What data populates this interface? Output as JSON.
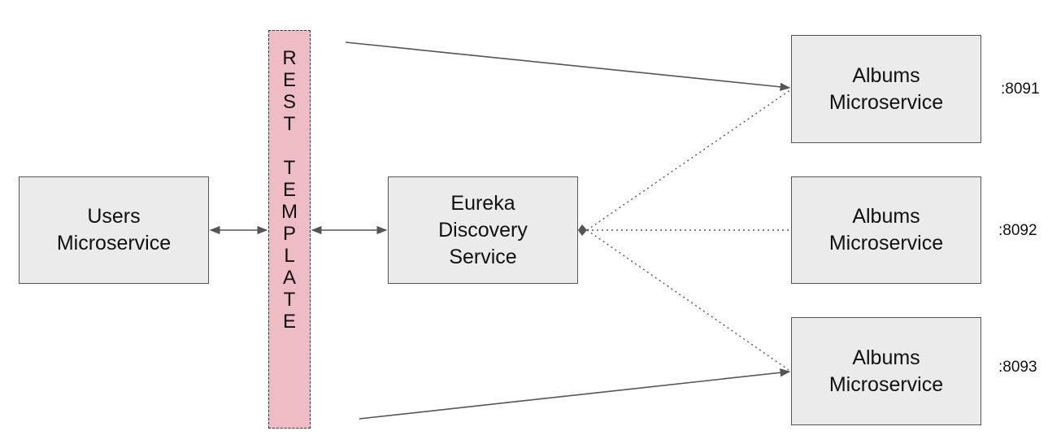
{
  "diagram": {
    "rest_template": {
      "word1": [
        "R",
        "E",
        "S",
        "T"
      ],
      "word2": [
        "T",
        "E",
        "M",
        "P",
        "L",
        "A",
        "T",
        "E"
      ]
    },
    "users": {
      "line1": "Users",
      "line2": "Microservice"
    },
    "eureka": {
      "line1": "Eureka",
      "line2": "Discovery",
      "line3": "Service"
    },
    "albums": [
      {
        "line1": "Albums",
        "line2": "Microservice",
        "port": ":8091"
      },
      {
        "line1": "Albums",
        "line2": "Microservice",
        "port": ":8092"
      },
      {
        "line1": "Albums",
        "line2": "Microservice",
        "port": ":8093"
      }
    ]
  },
  "colors": {
    "box_fill": "#ebebeb",
    "box_border": "#555555",
    "rest_fill": "#eebcc4",
    "line": "#555555"
  }
}
